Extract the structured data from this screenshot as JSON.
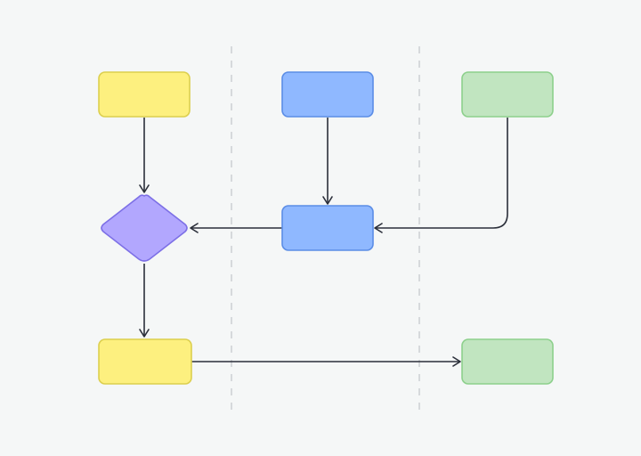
{
  "diagram": {
    "type": "swimlane-flowchart",
    "lanes": [
      {
        "id": "lane-1"
      },
      {
        "id": "lane-2"
      },
      {
        "id": "lane-3"
      }
    ],
    "nodes": [
      {
        "id": "n1",
        "shape": "rect",
        "lane": "lane-1",
        "label": "",
        "fill": "#fdf07f",
        "stroke": "#dccf4e"
      },
      {
        "id": "n2",
        "shape": "rect",
        "lane": "lane-2",
        "label": "",
        "fill": "#8fb8ff",
        "stroke": "#5b8de6"
      },
      {
        "id": "n3",
        "shape": "rect",
        "lane": "lane-3",
        "label": "",
        "fill": "#c1e5c0",
        "stroke": "#8dd08c"
      },
      {
        "id": "n4",
        "shape": "diamond",
        "lane": "lane-1",
        "label": "",
        "fill": "#b2a7fe",
        "stroke": "#7d70e6"
      },
      {
        "id": "n5",
        "shape": "rect",
        "lane": "lane-2",
        "label": "",
        "fill": "#8fb8ff",
        "stroke": "#5b8de6"
      },
      {
        "id": "n6",
        "shape": "rect",
        "lane": "lane-1",
        "label": "",
        "fill": "#fdf07f",
        "stroke": "#dccf4e"
      },
      {
        "id": "n7",
        "shape": "rect",
        "lane": "lane-3",
        "label": "",
        "fill": "#c1e5c0",
        "stroke": "#8dd08c"
      }
    ],
    "edges": [
      {
        "from": "n1",
        "to": "n4"
      },
      {
        "from": "n2",
        "to": "n5"
      },
      {
        "from": "n3",
        "to": "n5"
      },
      {
        "from": "n5",
        "to": "n4"
      },
      {
        "from": "n4",
        "to": "n6"
      },
      {
        "from": "n6",
        "to": "n7"
      }
    ],
    "colors": {
      "background": "#f5f7f7",
      "edge": "#2b2f3a",
      "lane_divider": "#d6d9dc"
    }
  }
}
